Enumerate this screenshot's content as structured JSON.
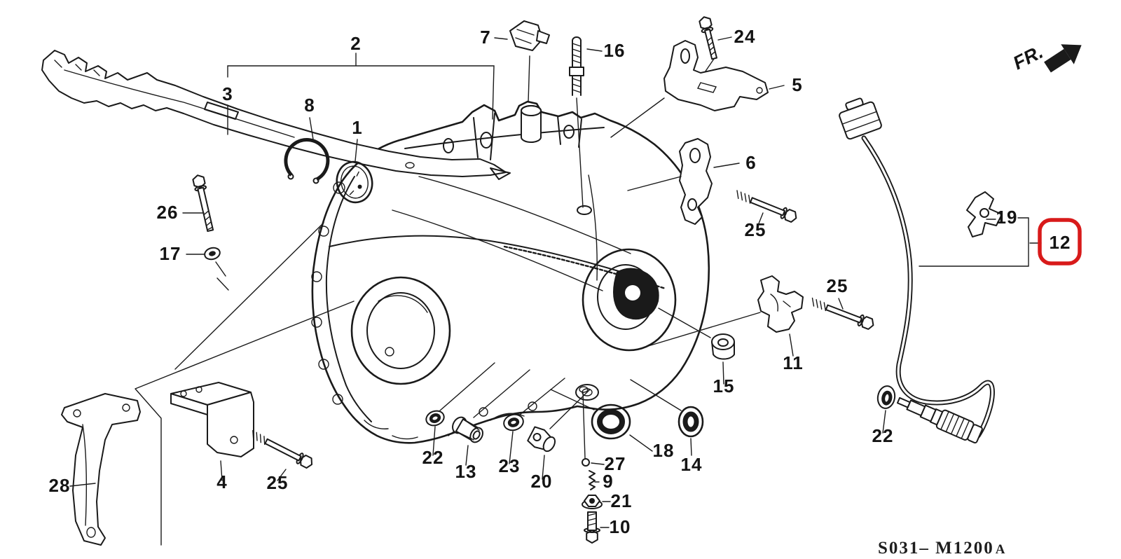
{
  "diagram": {
    "type": "exploded-parts-diagram",
    "footer_code": {
      "main": "S031– M1200",
      "suffix": "A"
    },
    "direction_label": "FR.",
    "highlighted_part": "12",
    "colors": {
      "ink": "#1a1a1a",
      "highlight": "#d81a1a",
      "background": "#ffffff"
    },
    "callouts": [
      {
        "part": "1"
      },
      {
        "part": "2"
      },
      {
        "part": "3"
      },
      {
        "part": "4"
      },
      {
        "part": "5"
      },
      {
        "part": "6"
      },
      {
        "part": "7"
      },
      {
        "part": "8"
      },
      {
        "part": "9"
      },
      {
        "part": "10"
      },
      {
        "part": "11"
      },
      {
        "part": "12"
      },
      {
        "part": "13"
      },
      {
        "part": "14"
      },
      {
        "part": "15"
      },
      {
        "part": "16"
      },
      {
        "part": "17"
      },
      {
        "part": "18"
      },
      {
        "part": "19"
      },
      {
        "part": "20"
      },
      {
        "part": "21"
      },
      {
        "part": "22"
      },
      {
        "part": "22"
      },
      {
        "part": "23"
      },
      {
        "part": "24"
      },
      {
        "part": "25"
      },
      {
        "part": "25"
      },
      {
        "part": "25"
      },
      {
        "part": "26"
      },
      {
        "part": "27"
      },
      {
        "part": "28"
      }
    ]
  }
}
